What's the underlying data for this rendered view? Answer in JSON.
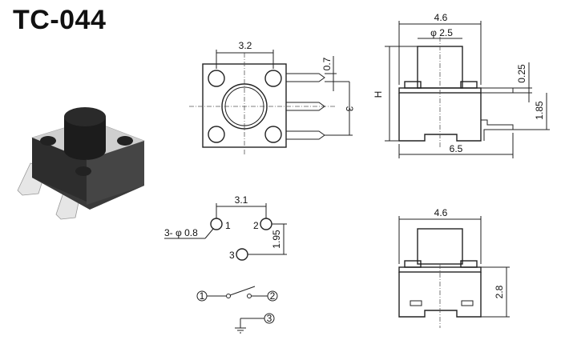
{
  "title": "TC-044",
  "dimensions": {
    "top_view_pitch": "3.2",
    "top_view_lead_width": "0.7",
    "top_view_lead_pitch": "3",
    "front_width": "4.6",
    "front_plunger_dia": "φ 2.5",
    "front_height": "H",
    "front_lead_thickness": "0.25",
    "front_lead_offset": "1.85",
    "front_total_width": "6.5",
    "pcb_pitch": "3.1",
    "pcb_pin_offset": "1.95",
    "pcb_hole_spec": "3- φ 0.8",
    "side_width": "4.6",
    "side_height": "2.8"
  },
  "pins": {
    "p1": "1",
    "p2": "2",
    "p3": "3"
  },
  "schematic": {
    "n1": "1",
    "n2": "2",
    "n3": "3"
  },
  "colors": {
    "line": "#222222",
    "text": "#111111",
    "button": "#1c1c1c",
    "body": "#3a3a3a",
    "base": "#d8d8d8",
    "lead": "#e6e6e6"
  }
}
